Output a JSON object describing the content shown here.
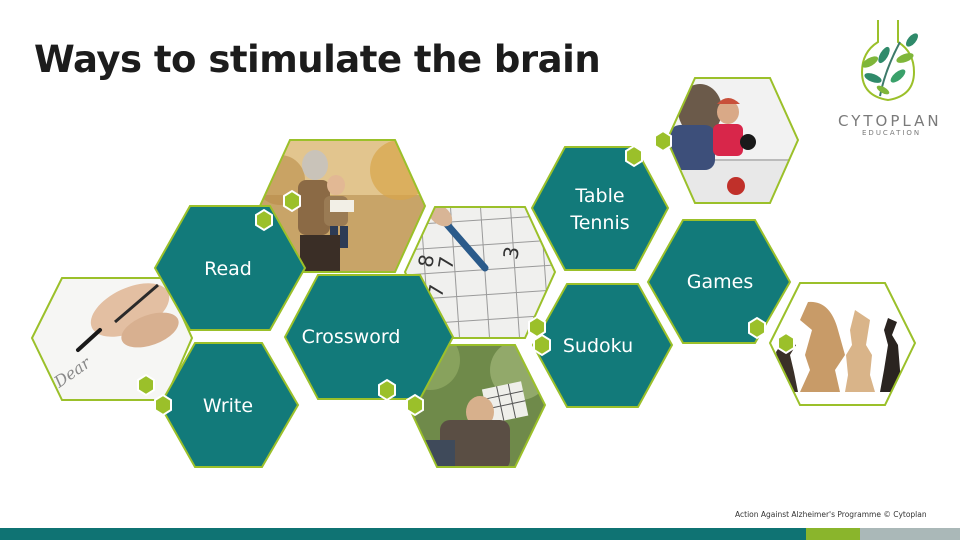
{
  "slide": {
    "title": "Ways to stimulate the brain",
    "footer": "Action Against Alzheimer's Programme   © Cytoplan"
  },
  "logo": {
    "name": "CYTOPLAN",
    "tagline": "EDUCATION",
    "icon": "leaf-branch-icon"
  },
  "activities": [
    {
      "label": "Read"
    },
    {
      "label": "Crossword"
    },
    {
      "label": "Write"
    },
    {
      "label": "Table Tennis"
    },
    {
      "label": "Games"
    },
    {
      "label": "Sudoku"
    }
  ],
  "photos": [
    {
      "subject": "grandparent reading to child",
      "icon": "reading-photo"
    },
    {
      "subject": "pencil on sudoku grid",
      "icon": "sudoku-photo"
    },
    {
      "subject": "pen writing on paper",
      "icon": "writing-photo"
    },
    {
      "subject": "man reading newspaper crossword",
      "icon": "crossword-photo"
    },
    {
      "subject": "table tennis players",
      "icon": "table-tennis-photo"
    },
    {
      "subject": "chess pieces",
      "icon": "chess-photo"
    }
  ],
  "colors": {
    "teal": "#127a7a",
    "lime_border": "#9bc02a",
    "footer_teal": "#0f7373",
    "footer_green": "#8ab52c",
    "footer_grey": "#aab8b8"
  }
}
